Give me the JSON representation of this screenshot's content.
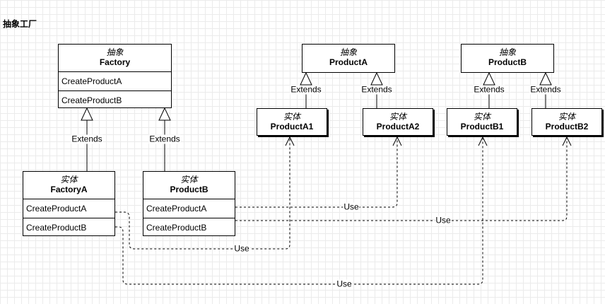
{
  "title": "抽象工厂",
  "classes": {
    "factory": {
      "stereotype": "抽象",
      "name": "Factory",
      "methods": [
        "CreateProductA",
        "CreateProductB"
      ]
    },
    "factoryA": {
      "stereotype": "实体",
      "name": "FactoryA",
      "methods": [
        "CreateProductA",
        "CreateProductB"
      ]
    },
    "productB_impl": {
      "stereotype": "实体",
      "name": "ProductB",
      "methods": [
        "CreateProductA",
        "CreateProductB"
      ]
    },
    "productA_abs": {
      "stereotype": "抽象",
      "name": "ProductA"
    },
    "productB_abs": {
      "stereotype": "抽象",
      "name": "ProductB"
    },
    "productA1": {
      "stereotype": "实体",
      "name": "ProductA1"
    },
    "productA2": {
      "stereotype": "实体",
      "name": "ProductA2"
    },
    "productB1": {
      "stereotype": "实体",
      "name": "ProductB1"
    },
    "productB2": {
      "stereotype": "实体",
      "name": "ProductB2"
    }
  },
  "labels": {
    "extends": "Extends",
    "use": "Use"
  }
}
